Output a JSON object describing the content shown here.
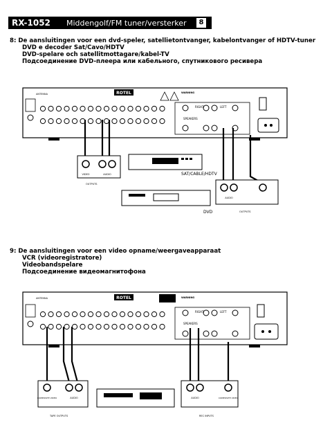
{
  "header": {
    "model": "RX-1052",
    "subtitle": "Middengolf/FM tuner/versterker",
    "page": "8"
  },
  "section8": {
    "title": "8: De aansluitingen voor een dvd-speler, satellietontvanger, kabelontvanger of HDTV-tuner",
    "line2": "DVD e decoder Sat/Cavo/HDTV",
    "line3": "DVD-spelare och satellitmottagare/kabel-TV",
    "line4": "Подсоединение DVD-плеера или кабельного, спутникового ресивера",
    "brand": "ROTEL",
    "antenna_label": "ANTENNA",
    "outputs_label": "OUTPUTS",
    "video_label": "VIDEO",
    "audio_label": "AUDIO",
    "right_label": "RIGHT",
    "left_label": "LEFT",
    "speakers_label": "SPEAKERS",
    "sat_label": "SAT/CABLE/HDTV",
    "dvd_label": "DVD",
    "outputs_label2": "OUTPUTS",
    "warning_label": "WARNING"
  },
  "section9": {
    "title": "9: De aansluitingen voor een video opname/weergaveapparaat",
    "line2": "VCR (videoregistratore)",
    "line3": "Videobandspelare",
    "line4": "Подсоединение видеомагнитофона",
    "brand": "ROTEL",
    "antenna_label": "ANTENNA",
    "tape_outputs": "TAPE OUTPUTS",
    "rec_inputs": "REC INPUTS",
    "composite_video": "COMPOSITE VIDEO",
    "audio_label": "AUDIO",
    "right_label": "RIGHT",
    "left_label": "LEFT",
    "speakers_label": "SPEAKERS",
    "warning_label": "WARNING"
  }
}
